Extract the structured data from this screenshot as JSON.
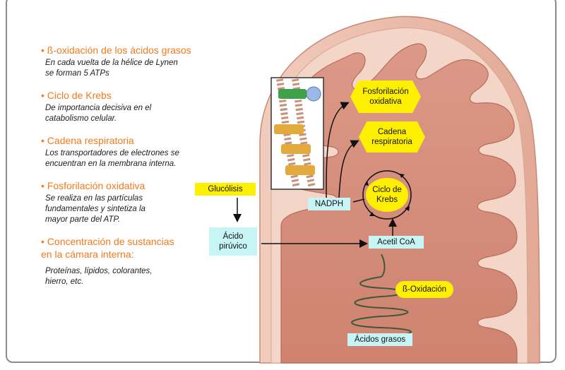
{
  "bullets": [
    {
      "title": "• ß-oxidación de los ácidos grasos",
      "desc": "En cada vuelta de la hélice de Lynen\nse forman 5 ATPs"
    },
    {
      "title": "• Ciclo de Krebs",
      "desc": "De importancia decisiva en el\ncatabolismo celular."
    },
    {
      "title": "• Cadena respiratoria",
      "desc": "Los transportadores de electrones se\nencuentran en la membrana interna."
    },
    {
      "title": "• Fosforilación oxidativa",
      "desc": "Se realiza en las partículas\nfundamentales y sintetiza la\nmayor parte del ATP."
    },
    {
      "title": "• Concentración de sustancias\n  en la cámara interna:",
      "desc": "Proteínas, lípidos, colorantes,\nhierro, etc."
    }
  ],
  "diagram": {
    "glucolisis": "Glucólisis",
    "acido_piruvico": "Ácido\npirúvico",
    "nadph": "NADPH",
    "acetil_coa": "Acetil CoA",
    "fosforilacion": "Fosforilación\noxidativa",
    "cadena": "Cadena\nrespiratoria",
    "ciclo_krebs": "Ciclo de\nKrebs",
    "beta_oxidacion": "ß-Oxidación",
    "acidos_grasos": "Ácidos grasos"
  },
  "colors": {
    "accent_orange": "#f07a1e",
    "label_yellow": "#ffef00",
    "label_cyan": "#c7f4f5",
    "mito_outer": "#e9b9a6",
    "mito_inner": "#d58a78"
  }
}
